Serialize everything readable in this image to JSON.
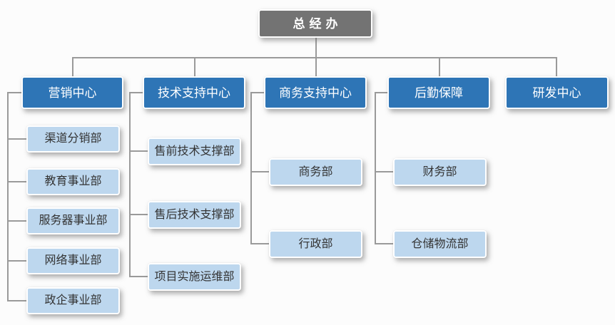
{
  "org": {
    "root": {
      "label": "总经办"
    },
    "centers": [
      {
        "label": "营销中心"
      },
      {
        "label": "技术支持中心"
      },
      {
        "label": "商务支持中心"
      },
      {
        "label": "后勤保障"
      },
      {
        "label": "研发中心"
      }
    ],
    "departments": {
      "marketing": [
        "渠道分销部",
        "教育事业部",
        "服务器事业部",
        "网络事业部",
        "政企事业部"
      ],
      "tech_support": [
        "售前技术支撑部",
        "售后技术支撑部",
        "项目实施运维部"
      ],
      "business_support": [
        "商务部",
        "行政部"
      ],
      "logistics": [
        "财务部",
        "仓储物流部"
      ],
      "rnd": []
    },
    "colors": {
      "root_fill": "#737373",
      "root_text": "#ffffff",
      "level2_fill": "#2e75b6",
      "level2_text": "#ffffff",
      "level3_fill": "#bdd7ee",
      "level3_text": "#333333",
      "line": "#9a9a9a"
    }
  }
}
